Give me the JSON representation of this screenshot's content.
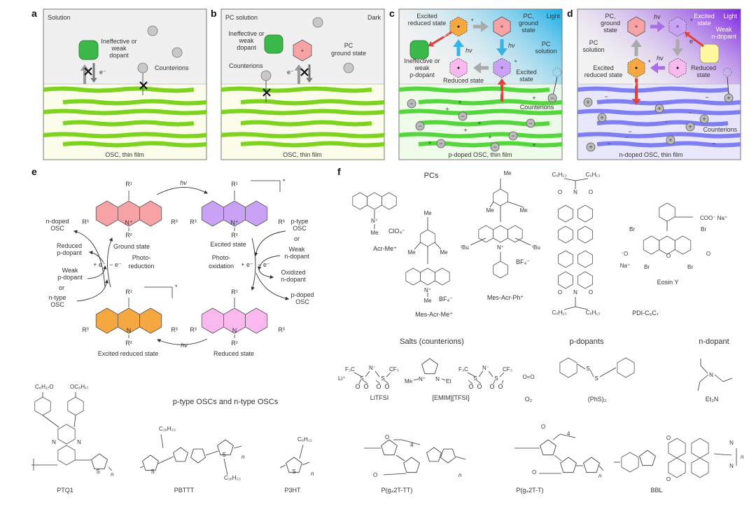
{
  "panel_labels": [
    "a",
    "b",
    "c",
    "d",
    "e",
    "f"
  ],
  "a": {
    "solution": "Solution",
    "dopant": [
      "Ineffective or",
      "weak",
      "dopant"
    ],
    "counterions": "Counterions",
    "electron": "e⁻",
    "film": "OSC, thin film"
  },
  "b": {
    "solution": "PC solution",
    "dark": "Dark",
    "dopant": [
      "Ineffective or",
      "weak",
      "dopant"
    ],
    "pc_ground": [
      "PC",
      "ground state"
    ],
    "counterions": "Counterions",
    "electron": "e⁻",
    "film": "OSC, thin film",
    "plus": "+"
  },
  "c": {
    "excited_reduced": [
      "Excited",
      "reduced state"
    ],
    "pc_ground": [
      "PC,",
      "ground",
      "state"
    ],
    "light": "Light",
    "hv": "hν",
    "pc_solution": [
      "PC",
      "solution"
    ],
    "dopant": [
      "Ineffective or",
      "weak",
      "p-dopant"
    ],
    "reduced": "Reduced state",
    "excited": [
      "Excited",
      "state"
    ],
    "electron": "e⁻",
    "counterions": "Counterions",
    "film": "p-doped OSC, thin film",
    "star": "*"
  },
  "d": {
    "pc_ground": [
      "PC,",
      "ground",
      "state"
    ],
    "hv": "hν",
    "excited": [
      "Excited",
      "state"
    ],
    "light": "Light",
    "weak_n": [
      "Weak",
      "n-dopant"
    ],
    "electron": "e⁻",
    "reduced": [
      "Reduced",
      "state"
    ],
    "pc_solution": [
      "PC",
      "solution"
    ],
    "excited_reduced": [
      "Excited",
      "reduced state"
    ],
    "counterions": "Counterions",
    "film": "n-doped OSC, thin film",
    "star": "*"
  },
  "e": {
    "hv": "hν",
    "r1": "R¹",
    "r2": "R²",
    "r3": "R³",
    "n_plus": "N⁺",
    "n": "N",
    "star": "*",
    "ground_state": "Ground state",
    "excited_state": "Excited state",
    "excited_reduced_state": "Excited reduced state",
    "reduced_state": "Reduced state",
    "photoreduction": [
      "Photo-",
      "reduction"
    ],
    "photooxidation": [
      "Photo-",
      "oxidation"
    ],
    "left_out": [
      "n-doped",
      "OSC"
    ],
    "left_reduced": [
      "Reduced",
      "p-dopant"
    ],
    "plus_e": "+ e⁻",
    "minus_e": "− e⁻",
    "left_in": [
      "Weak",
      "p-dopant",
      "or",
      "n-type",
      "OSC"
    ],
    "right_in": [
      "p-type",
      "OSC",
      "or",
      "Weak",
      "n-dopant"
    ],
    "right_oxidized": [
      "Oxidized",
      "n-dopant"
    ],
    "right_out": [
      "p-doped",
      "OSC"
    ]
  },
  "f": {
    "pcs_title": "PCs",
    "acr_me": {
      "name": "Acr-Me⁺",
      "anion": "ClO₄⁻",
      "me": "Me",
      "n": "N⁺"
    },
    "mes_acr_me": {
      "name": "Mes-Acr-Me⁺",
      "anion": "BF₄⁻",
      "me": "Me",
      "n": "N⁺"
    },
    "mes_acr_ph": {
      "name": "Mes-Acr-Ph⁺",
      "anion": "BF₄⁻",
      "me": "Me",
      "tbu": "ᵗBu",
      "n": "N⁺"
    },
    "pdi": {
      "name": "PDI-C₆C₇",
      "c6h13": "C₆H₁₃",
      "o": "O",
      "n": "N"
    },
    "eosin": {
      "name": "Eosin Y",
      "coo": "COO⁻ Na⁺",
      "br": "Br",
      "o_minus": "⁻O",
      "na": "Na⁺",
      "o": "O"
    },
    "salts_title": "Salts (counterions)",
    "p_dopants_title": "p-dopants",
    "n_dopant_title": "n-dopant",
    "litfsi": {
      "name": "LiTFSI",
      "li": "Li⁺",
      "f3c": "F₃C",
      "cf3": "CF₃",
      "n": "N⁻",
      "s": "S",
      "o": "O"
    },
    "emim": {
      "name": "[EMIM][TFSI]",
      "me": "Me",
      "et": "Et",
      "n_plus": "N⁺",
      "n": "N"
    },
    "o2": {
      "name": "O₂",
      "formula": "O=O"
    },
    "phs2": {
      "name": "(PhS)₂",
      "s": "S"
    },
    "et3n": {
      "name": "Et₃N",
      "n": "N"
    },
    "osc_title": "p-type OSCs and n-type OSCs",
    "polymers": {
      "ptq1": "PTQ1",
      "pbttt": "PBTTT",
      "p3ht": "P3HT",
      "pg42ttt": "P(g₄2T-TT)",
      "pg42tt": "P(g₄2T-T)",
      "bbl": "BBL"
    },
    "ptq1_sub": {
      "left": "C₈H₁₇O",
      "right": "OC₈H₁₇",
      "n": "N",
      "s": "S",
      "idx": "n"
    },
    "pbttt_sub": {
      "c16": "C₁₆H₃₃",
      "s": "S",
      "idx": "n"
    },
    "p3ht_sub": {
      "c6": "C₆H₁₃",
      "s": "S",
      "idx": "n"
    },
    "glycol": {
      "o": "O",
      "four": "4",
      "s": "S",
      "idx": "n"
    },
    "bbl_sub": {
      "n": "N",
      "o": "O",
      "idx": "n"
    }
  },
  "colors": {
    "green_fiber": "#7ed321",
    "green_dopant": "#3cb84a",
    "pc_ground": "#f7a3a6",
    "excited": "#c9a2f5",
    "reduced": "#f9b9ee",
    "excited_reduced": "#f5a742",
    "blue_light": "#36b4e6",
    "purple_light": "#8a2be2",
    "electron_arrow": "#e0403a",
    "n_dopant": "#fff6a0",
    "n_fiber": "#7f7ff2"
  }
}
